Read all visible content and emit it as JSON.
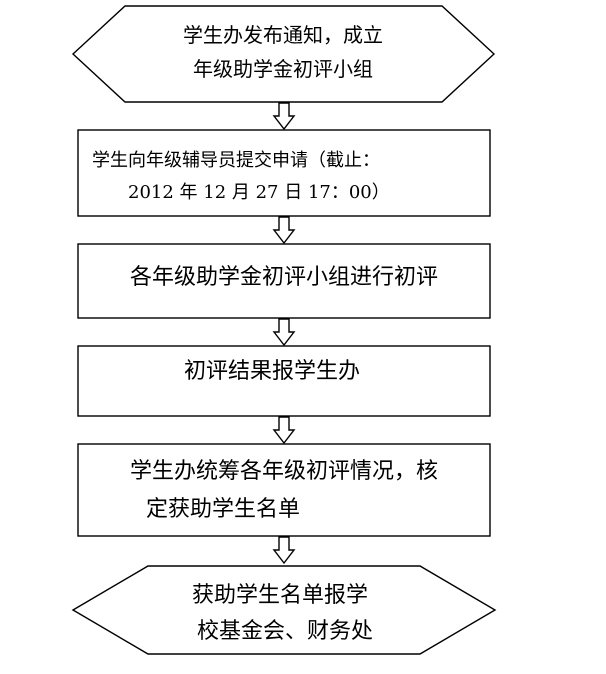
{
  "steps": [
    {
      "id": "start",
      "shape": "hexagon",
      "lines": [
        "学生办发布通知，成立",
        "年级助学金初评小组"
      ]
    },
    {
      "id": "apply",
      "shape": "box",
      "lines": [
        "学生向年级辅导员提交申请（截止：",
        "2012 年 12 月 27 日 17：00）"
      ]
    },
    {
      "id": "review",
      "shape": "box",
      "lines": [
        "各年级助学金初评小组进行初评"
      ]
    },
    {
      "id": "report",
      "shape": "box",
      "lines": [
        "初评结果报学生办"
      ]
    },
    {
      "id": "confirm",
      "shape": "box",
      "lines": [
        "学生办统筹各年级初评情况，核",
        "定获助学生名单"
      ]
    },
    {
      "id": "end",
      "shape": "hexagon",
      "lines": [
        "获助学生名单报学",
        "校基金会、财务处"
      ]
    }
  ],
  "colors": {
    "stroke": "#000000",
    "fill": "#ffffff",
    "text": "#111111"
  }
}
